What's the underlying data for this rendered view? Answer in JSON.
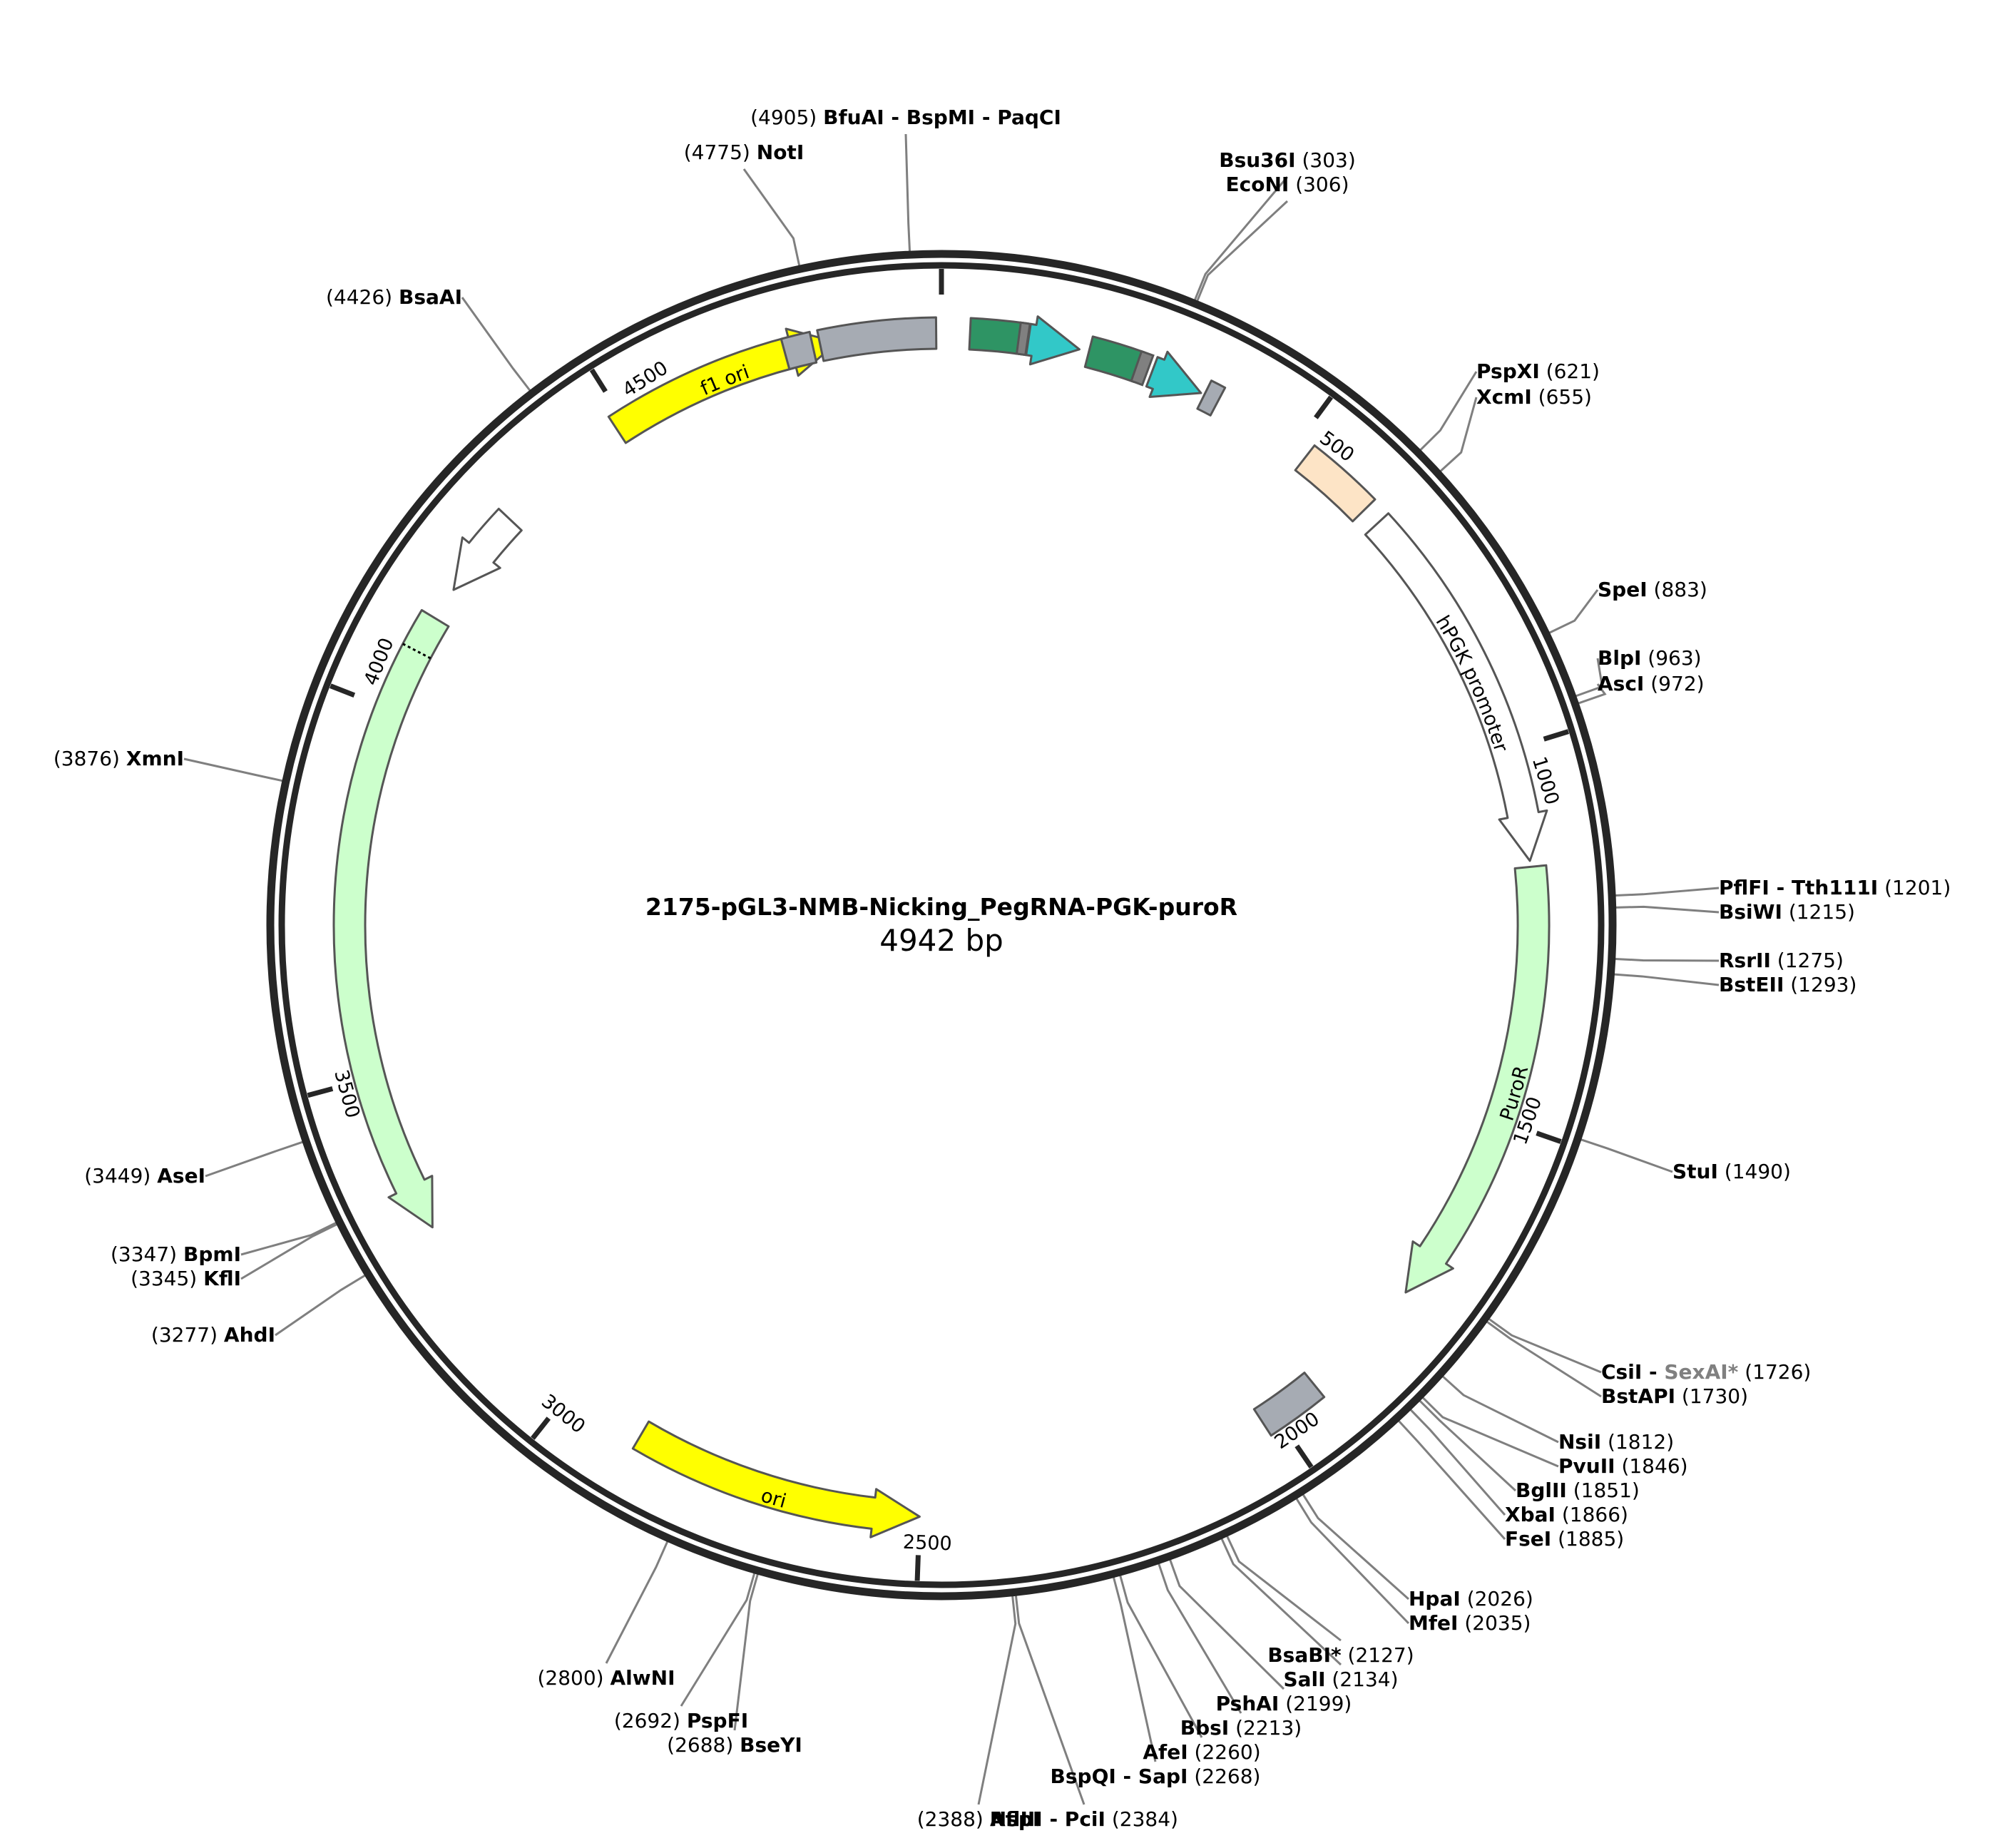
{
  "plasmid": {
    "name": "2175-pGL3-NMB-Nicking_PegRNA-PGK-puroR",
    "size_label": "4942 bp",
    "length": 4942
  },
  "colors": {
    "backbone": "#262626",
    "leader_line": "#7f7f7f",
    "ori_yellow": "#ffff00",
    "puro_green": "#ccffcc",
    "promoter_white": "#ffffff",
    "misc_grey": "#a6abb3",
    "dark_green": "#2e9464",
    "cyan": "#32c8c8",
    "peach": "#fde4c6"
  },
  "ticks": [
    "500",
    "1000",
    "1500",
    "2000",
    "2500",
    "3000",
    "3500",
    "4000",
    "4500"
  ],
  "features": [
    {
      "name": "f1 ori",
      "color": "ori_yellow",
      "start": 4486,
      "end": 4803,
      "dir": 1
    },
    {
      "name": "",
      "color": "promoter_white",
      "start": 4180,
      "end": 4300,
      "dir": -1
    },
    {
      "name": "",
      "color": "puro_green",
      "start": 3285,
      "end": 4135,
      "dir": -1
    },
    {
      "name": "ori",
      "color": "ori_yellow",
      "start": 2500,
      "end": 2890,
      "dir": -1
    },
    {
      "name": "",
      "color": "misc_grey",
      "start": 1935,
      "end": 2020,
      "dir": 0
    },
    {
      "name": "PuroR",
      "color": "puro_green",
      "start": 1158,
      "end": 1762,
      "dir": 1
    },
    {
      "name": "hPGK promoter",
      "color": "promoter_white",
      "start": 650,
      "end": 1150,
      "dir": 1
    },
    {
      "name": "",
      "color": "peach",
      "start": 520,
      "end": 625,
      "dir": 0
    },
    {
      "name": "",
      "color": "misc_grey",
      "start": 4732,
      "end": 4770,
      "dir": 0
    },
    {
      "name": "",
      "color": "misc_grey",
      "start": 4780,
      "end": 4935,
      "dir": 0
    },
    {
      "name": "",
      "color": "dark_green",
      "start": 38,
      "end": 113,
      "dir": 0
    },
    {
      "name": "",
      "color": "cyan",
      "start": 116,
      "end": 185,
      "dir": 1
    },
    {
      "name": "",
      "color": "dark_green",
      "start": 198,
      "end": 268,
      "dir": 0
    },
    {
      "name": "",
      "color": "cyan",
      "start": 286,
      "end": 357,
      "dir": 1
    },
    {
      "name": "",
      "color": "misc_grey",
      "start": 362,
      "end": 382,
      "dir": 0
    }
  ],
  "feature_fixes": [
    {
      "feature": 10,
      "insert_grey": {
        "start": 103,
        "end": 115
      }
    },
    {
      "feature": 12,
      "insert_grey": {
        "start": 264,
        "end": 280
      }
    }
  ],
  "sites": [
    {
      "label": "BfuAI - BspMI - PaqCI",
      "pos": "(4905)",
      "bp": 4905
    },
    {
      "label": "NotI",
      "pos": "(4775)",
      "bp": 4775
    },
    {
      "label": "Bsu36I",
      "pos": "(303)",
      "bp": 303
    },
    {
      "label": "EcoNI",
      "pos": "(306)",
      "bp": 306
    },
    {
      "label": "BsaAI",
      "pos": "(4426)",
      "bp": 4426
    },
    {
      "label": "PspXI",
      "pos": "(621)",
      "bp": 621
    },
    {
      "label": "XcmI",
      "pos": "(655)",
      "bp": 655
    },
    {
      "label": "SpeI",
      "pos": "(883)",
      "bp": 883
    },
    {
      "label": "BlpI",
      "pos": "(963)",
      "bp": 963
    },
    {
      "label": "AscI",
      "pos": "(972)",
      "bp": 972
    },
    {
      "label": "XmnI",
      "pos": "(3876)",
      "bp": 3876
    },
    {
      "label": "PflFI - Tth111I",
      "pos": "(1201)",
      "bp": 1201
    },
    {
      "label": "BsiWI",
      "pos": "(1215)",
      "bp": 1215
    },
    {
      "label": "RsrII",
      "pos": "(1275)",
      "bp": 1275
    },
    {
      "label": "BstEII",
      "pos": "(1293)",
      "bp": 1293
    },
    {
      "label": "StuI",
      "pos": "(1490)",
      "bp": 1490
    },
    {
      "label": "AseI",
      "pos": "(3449)",
      "bp": 3449
    },
    {
      "label": "BpmI",
      "pos": "(3347)",
      "bp": 3347
    },
    {
      "label": "KflI",
      "pos": "(3345)",
      "bp": 3345
    },
    {
      "label": "AhdI",
      "pos": "(3277)",
      "bp": 3277
    },
    {
      "label": "CsiI - ",
      "label2": "SexAI*",
      "pos": "(1726)",
      "bp": 1726
    },
    {
      "label": "BstAPI",
      "pos": "(1730)",
      "bp": 1730
    },
    {
      "label": "NsiI",
      "pos": "(1812)",
      "bp": 1812
    },
    {
      "label": "PvuII",
      "pos": "(1846)",
      "bp": 1846
    },
    {
      "label": "BglII",
      "pos": "(1851)",
      "bp": 1851
    },
    {
      "label": "XbaI",
      "pos": "(1866)",
      "bp": 1866
    },
    {
      "label": "FseI",
      "pos": "(1885)",
      "bp": 1885
    },
    {
      "label": "HpaI",
      "pos": "(2026)",
      "bp": 2026
    },
    {
      "label": "MfeI",
      "pos": "(2035)",
      "bp": 2035
    },
    {
      "label": "BsaBI*",
      "pos": "(2127)",
      "bp": 2127,
      "grey": true
    },
    {
      "label": "SalI",
      "pos": "(2134)",
      "bp": 2134
    },
    {
      "label": "PshAI",
      "pos": "(2199)",
      "bp": 2199
    },
    {
      "label": "BbsI",
      "pos": "(2213)",
      "bp": 2213
    },
    {
      "label": "AfeI",
      "pos": "(2260)",
      "bp": 2260
    },
    {
      "label": "BspQI - SapI",
      "pos": "(2268)",
      "bp": 2268
    },
    {
      "label": "NspI",
      "pos": "(2388)",
      "bp": 2388
    },
    {
      "label": "AflIII - PciI",
      "pos": "(2384)",
      "bp": 2384
    },
    {
      "label": "AlwNI",
      "pos": "(2800)",
      "bp": 2800
    },
    {
      "label": "PspFI",
      "pos": "(2692)",
      "bp": 2692
    },
    {
      "label": "BseYI",
      "pos": "(2688)",
      "bp": 2688
    }
  ]
}
